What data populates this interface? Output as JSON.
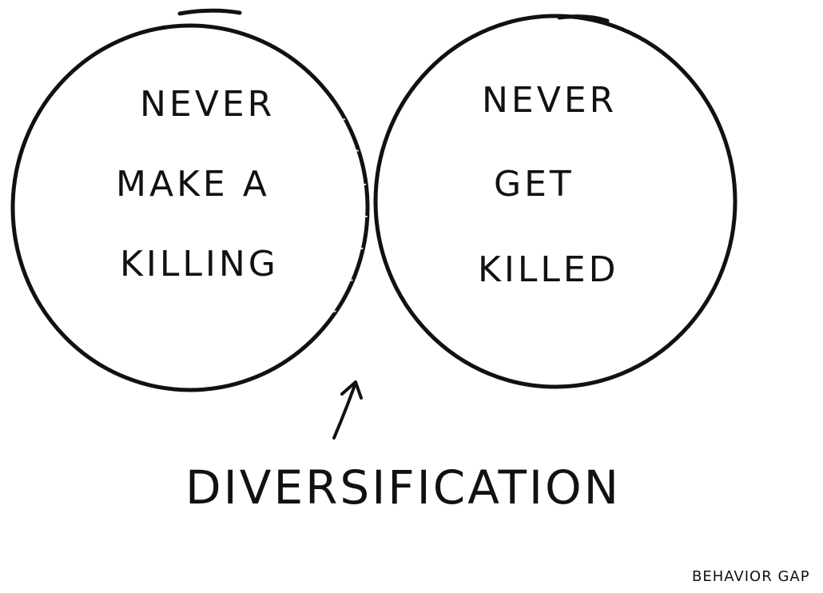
{
  "diagram": {
    "left_set": {
      "lines": [
        "NEVER",
        "MAKE A",
        "KILLING"
      ]
    },
    "right_set": {
      "lines": [
        "NEVER",
        "GET",
        "KILLED"
      ]
    },
    "intersection_label": "DIVERSIFICATION",
    "credit": "BEHAVIOR GAP"
  },
  "colors": {
    "ink": "#111111",
    "background": "#ffffff",
    "shading": "#000000"
  },
  "icons": {
    "pointer": "arrow-up-icon"
  }
}
